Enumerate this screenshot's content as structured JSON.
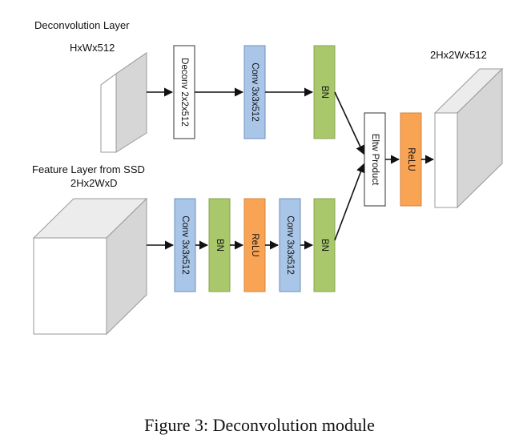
{
  "labels": {
    "deconv_layer": "Deconvolution Layer",
    "deconv_dims": "HxWx512",
    "feature_layer": "Feature Layer from SSD",
    "feature_dims": "2Hx2WxD",
    "output_dims": "2Hx2Wx512"
  },
  "top_path": {
    "deconv": "Deconv 2x2x512",
    "conv": "Conv 3x3x512",
    "bn": "BN"
  },
  "bottom_path": {
    "conv1": "Conv 3x3x512",
    "bn1": "BN",
    "relu": "ReLU",
    "conv2": "Conv 3x3x512",
    "bn2": "BN"
  },
  "merge": {
    "eltw": "Eltw Product",
    "relu": "ReLU"
  },
  "caption": "Figure 3: Deconvolution module",
  "colors": {
    "conv": "#a9c5e8",
    "bn": "#a9c76b",
    "relu": "#f9a455",
    "deconv": "#ffffff",
    "cube_front": "#ffffff",
    "cube_side": "#d6d6d6",
    "cube_top": "#ececec"
  }
}
